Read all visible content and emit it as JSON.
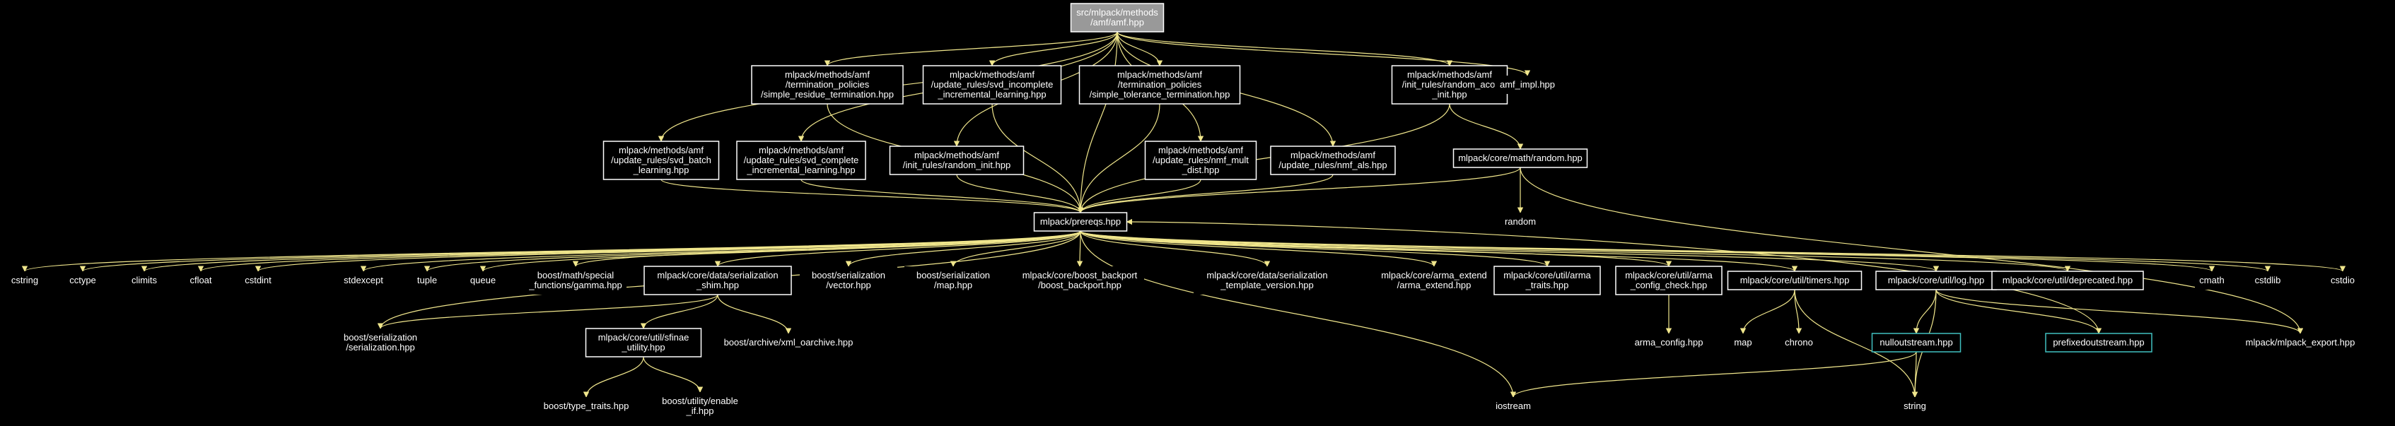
{
  "graph": {
    "title": "",
    "colors": {
      "background": "#000000",
      "edge": "#f0e68c",
      "node_border": "#ffffff",
      "node_fill_root": "#999999",
      "node_border_highlight": "#40c0c0",
      "text": "#ffffff"
    },
    "nodes": [
      {
        "id": "root",
        "lines": [
          "src/mlpack/methods",
          "/amf/amf.hpp"
        ],
        "style": "root"
      },
      {
        "id": "svd_batch",
        "lines": [
          "mlpack/methods/amf",
          "/update_rules/svd_batch",
          "_learning.hpp"
        ]
      },
      {
        "id": "svd_complete",
        "lines": [
          "mlpack/methods/amf",
          "/update_rules/svd_complete",
          "_incremental_learning.hpp"
        ]
      },
      {
        "id": "simple_residue",
        "lines": [
          "mlpack/methods/amf",
          "/termination_policies",
          "/simple_residue_termination.hpp"
        ]
      },
      {
        "id": "svd_incomplete",
        "lines": [
          "mlpack/methods/amf",
          "/update_rules/svd_incomplete",
          "_incremental_learning.hpp"
        ]
      },
      {
        "id": "random_init",
        "lines": [
          "mlpack/methods/amf",
          "/init_rules/random_init.hpp"
        ]
      },
      {
        "id": "simple_tolerance",
        "lines": [
          "mlpack/methods/amf",
          "/termination_policies",
          "/simple_tolerance_termination.hpp"
        ]
      },
      {
        "id": "nmf_mult",
        "lines": [
          "mlpack/methods/amf",
          "/update_rules/nmf_mult",
          "_dist.hpp"
        ]
      },
      {
        "id": "nmf_als",
        "lines": [
          "mlpack/methods/amf",
          "/update_rules/nmf_als.hpp"
        ]
      },
      {
        "id": "random_acol",
        "lines": [
          "mlpack/methods/amf",
          "/init_rules/random_acol",
          "_init.hpp"
        ]
      },
      {
        "id": "amf_impl",
        "lines": [
          "amf_impl.hpp"
        ],
        "style": "plain"
      },
      {
        "id": "math_random",
        "lines": [
          "mlpack/core/math/random.hpp"
        ]
      },
      {
        "id": "random",
        "lines": [
          "random"
        ],
        "style": "plain"
      },
      {
        "id": "prereqs",
        "lines": [
          "mlpack/prereqs.hpp"
        ]
      },
      {
        "id": "cstring",
        "lines": [
          "cstring"
        ],
        "style": "plain"
      },
      {
        "id": "cctype",
        "lines": [
          "cctype"
        ],
        "style": "plain"
      },
      {
        "id": "climits",
        "lines": [
          "climits"
        ],
        "style": "plain"
      },
      {
        "id": "cfloat",
        "lines": [
          "cfloat"
        ],
        "style": "plain"
      },
      {
        "id": "cstdint",
        "lines": [
          "cstdint"
        ],
        "style": "plain"
      },
      {
        "id": "stdexcept",
        "lines": [
          "stdexcept"
        ],
        "style": "plain"
      },
      {
        "id": "tuple",
        "lines": [
          "tuple"
        ],
        "style": "plain"
      },
      {
        "id": "queue",
        "lines": [
          "queue"
        ],
        "style": "plain"
      },
      {
        "id": "gamma",
        "lines": [
          "boost/math/special",
          "_functions/gamma.hpp"
        ],
        "style": "plain"
      },
      {
        "id": "shim",
        "lines": [
          "mlpack/core/data/serialization",
          "_shim.hpp"
        ]
      },
      {
        "id": "bvector",
        "lines": [
          "boost/serialization",
          "/vector.hpp"
        ],
        "style": "plain"
      },
      {
        "id": "bmap",
        "lines": [
          "boost/serialization",
          "/map.hpp"
        ],
        "style": "plain"
      },
      {
        "id": "backport",
        "lines": [
          "mlpack/core/boost_backport",
          "/boost_backport.hpp"
        ],
        "style": "plain"
      },
      {
        "id": "template_version",
        "lines": [
          "mlpack/core/data/serialization",
          "_template_version.hpp"
        ],
        "style": "plain"
      },
      {
        "id": "arma_extend",
        "lines": [
          "mlpack/core/arma_extend",
          "/arma_extend.hpp"
        ],
        "style": "plain"
      },
      {
        "id": "arma_traits",
        "lines": [
          "mlpack/core/util/arma",
          "_traits.hpp"
        ]
      },
      {
        "id": "arma_config_check",
        "lines": [
          "mlpack/core/util/arma",
          "_config_check.hpp"
        ]
      },
      {
        "id": "timers",
        "lines": [
          "mlpack/core/util/timers.hpp"
        ]
      },
      {
        "id": "log",
        "lines": [
          "mlpack/core/util/log.hpp"
        ]
      },
      {
        "id": "deprecated",
        "lines": [
          "mlpack/core/util/deprecated.hpp"
        ]
      },
      {
        "id": "cmath",
        "lines": [
          "cmath"
        ],
        "style": "plain"
      },
      {
        "id": "cstdlib",
        "lines": [
          "cstdlib"
        ],
        "style": "plain"
      },
      {
        "id": "cstdio",
        "lines": [
          "cstdio"
        ],
        "style": "plain"
      },
      {
        "id": "bserialization",
        "lines": [
          "boost/serialization",
          "/serialization.hpp"
        ],
        "style": "plain"
      },
      {
        "id": "sfinae",
        "lines": [
          "mlpack/core/util/sfinae",
          "_utility.hpp"
        ]
      },
      {
        "id": "xml_oarchive",
        "lines": [
          "boost/archive/xml_oarchive.hpp"
        ],
        "style": "plain"
      },
      {
        "id": "arma_config",
        "lines": [
          "arma_config.hpp"
        ],
        "style": "plain"
      },
      {
        "id": "map",
        "lines": [
          "map"
        ],
        "style": "plain"
      },
      {
        "id": "chrono",
        "lines": [
          "chrono"
        ],
        "style": "plain"
      },
      {
        "id": "nulloutstream",
        "lines": [
          "nulloutstream.hpp"
        ],
        "style": "teal"
      },
      {
        "id": "prefixedoutstream",
        "lines": [
          "prefixedoutstream.hpp"
        ],
        "style": "teal"
      },
      {
        "id": "export",
        "lines": [
          "mlpack/mlpack_export.hpp"
        ],
        "style": "plain"
      },
      {
        "id": "type_traits",
        "lines": [
          "boost/type_traits.hpp"
        ],
        "style": "plain"
      },
      {
        "id": "enable_if",
        "lines": [
          "boost/utility/enable",
          "_if.hpp"
        ],
        "style": "plain"
      },
      {
        "id": "iostream",
        "lines": [
          "iostream"
        ],
        "style": "plain"
      },
      {
        "id": "string",
        "lines": [
          "string"
        ],
        "style": "plain"
      }
    ],
    "edges": [
      [
        "root",
        "svd_batch"
      ],
      [
        "root",
        "svd_complete"
      ],
      [
        "root",
        "simple_residue"
      ],
      [
        "root",
        "svd_incomplete"
      ],
      [
        "root",
        "random_init"
      ],
      [
        "root",
        "simple_tolerance"
      ],
      [
        "root",
        "nmf_mult"
      ],
      [
        "root",
        "nmf_als"
      ],
      [
        "root",
        "random_acol"
      ],
      [
        "root",
        "amf_impl"
      ],
      [
        "root",
        "prereqs"
      ],
      [
        "svd_batch",
        "prereqs"
      ],
      [
        "svd_complete",
        "prereqs"
      ],
      [
        "simple_residue",
        "prereqs"
      ],
      [
        "svd_incomplete",
        "prereqs"
      ],
      [
        "random_init",
        "prereqs"
      ],
      [
        "simple_tolerance",
        "prereqs"
      ],
      [
        "nmf_mult",
        "prereqs"
      ],
      [
        "nmf_als",
        "prereqs"
      ],
      [
        "random_acol",
        "prereqs"
      ],
      [
        "random_acol",
        "math_random"
      ],
      [
        "math_random",
        "random"
      ],
      [
        "math_random",
        "prereqs"
      ],
      [
        "math_random",
        "export"
      ],
      [
        "prereqs",
        "cstring"
      ],
      [
        "prereqs",
        "cctype"
      ],
      [
        "prereqs",
        "climits"
      ],
      [
        "prereqs",
        "cfloat"
      ],
      [
        "prereqs",
        "cstdint"
      ],
      [
        "prereqs",
        "stdexcept"
      ],
      [
        "prereqs",
        "tuple"
      ],
      [
        "prereqs",
        "queue"
      ],
      [
        "prereqs",
        "gamma"
      ],
      [
        "prereqs",
        "shim"
      ],
      [
        "prereqs",
        "bvector"
      ],
      [
        "prereqs",
        "bmap"
      ],
      [
        "prereqs",
        "backport"
      ],
      [
        "prereqs",
        "template_version"
      ],
      [
        "prereqs",
        "arma_extend"
      ],
      [
        "prereqs",
        "arma_traits"
      ],
      [
        "prereqs",
        "arma_config_check"
      ],
      [
        "prereqs",
        "timers"
      ],
      [
        "prereqs",
        "log"
      ],
      [
        "prereqs",
        "deprecated"
      ],
      [
        "prereqs",
        "cmath"
      ],
      [
        "prereqs",
        "cstdlib"
      ],
      [
        "prereqs",
        "cstdio"
      ],
      [
        "prereqs",
        "bserialization"
      ],
      [
        "prereqs",
        "iostream"
      ],
      [
        "shim",
        "bserialization"
      ],
      [
        "shim",
        "sfinae"
      ],
      [
        "shim",
        "xml_oarchive"
      ],
      [
        "sfinae",
        "type_traits"
      ],
      [
        "sfinae",
        "enable_if"
      ],
      [
        "arma_config_check",
        "arma_config"
      ],
      [
        "timers",
        "map"
      ],
      [
        "timers",
        "chrono"
      ],
      [
        "timers",
        "string"
      ],
      [
        "log",
        "nulloutstream"
      ],
      [
        "log",
        "prefixedoutstream"
      ],
      [
        "log",
        "export"
      ],
      [
        "log",
        "string"
      ],
      [
        "nulloutstream",
        "iostream"
      ],
      [
        "nulloutstream",
        "string"
      ],
      [
        "prefixedoutstream",
        "prereqs"
      ]
    ]
  }
}
